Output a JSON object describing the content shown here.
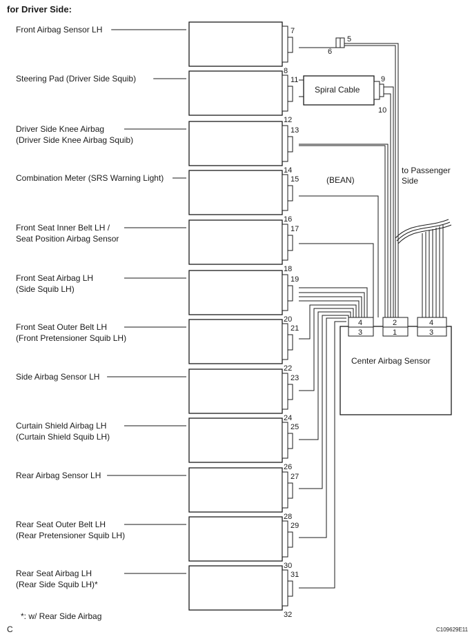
{
  "header": {
    "title": "for Driver Side:"
  },
  "components": [
    {
      "lines": [
        "Front Airbag Sensor LH"
      ],
      "pins": [
        "7",
        "8"
      ]
    },
    {
      "lines": [
        "Steering Pad (Driver Side Squib)"
      ],
      "pins": [
        "11",
        "12"
      ]
    },
    {
      "lines": [
        "Driver Side Knee Airbag",
        "(Driver Side Knee Airbag Squib)"
      ],
      "pins": [
        "13",
        "14"
      ]
    },
    {
      "lines": [
        "Combination Meter (SRS Warning Light)"
      ],
      "pins": [
        "15",
        "16"
      ]
    },
    {
      "lines": [
        "Front Seat Inner Belt LH /",
        "Seat Position Airbag Sensor"
      ],
      "pins": [
        "17",
        "18"
      ]
    },
    {
      "lines": [
        "Front Seat Airbag LH",
        "(Side Squib LH)"
      ],
      "pins": [
        "19",
        "20"
      ]
    },
    {
      "lines": [
        "Front Seat Outer Belt  LH",
        "(Front Pretensioner Squib LH)"
      ],
      "pins": [
        "21",
        "22"
      ]
    },
    {
      "lines": [
        "Side Airbag Sensor LH"
      ],
      "pins": [
        "23",
        "24"
      ]
    },
    {
      "lines": [
        "Curtain Shield Airbag LH",
        "(Curtain Shield Squib LH)"
      ],
      "pins": [
        "25",
        "26"
      ]
    },
    {
      "lines": [
        "Rear Airbag Sensor LH"
      ],
      "pins": [
        "27",
        "28"
      ]
    },
    {
      "lines": [
        "Rear Seat Outer Belt LH",
        "(Rear Pretensioner Squib LH)"
      ],
      "pins": [
        "29",
        "30"
      ]
    },
    {
      "lines": [
        "Rear Seat Airbag LH",
        "(Rear Side Squib LH)*"
      ],
      "pins": [
        "31",
        "32"
      ]
    }
  ],
  "spiral_cable": {
    "label": "Spiral Cable",
    "pins": [
      "9",
      "10"
    ]
  },
  "junction": {
    "pins": [
      "5",
      "6"
    ]
  },
  "center_sensor": {
    "label": "Center Airbag Sensor",
    "connectors": [
      {
        "top": "4",
        "bottom": "3"
      },
      {
        "top": "2",
        "bottom": "1"
      },
      {
        "top": "4",
        "bottom": "3"
      }
    ]
  },
  "bean_label": "(BEAN)",
  "passenger_label": [
    "to Passenger",
    "Side"
  ],
  "footnote": "*: w/ Rear Side Airbag",
  "corner_letter": "C",
  "figure_code": "C109629E11"
}
